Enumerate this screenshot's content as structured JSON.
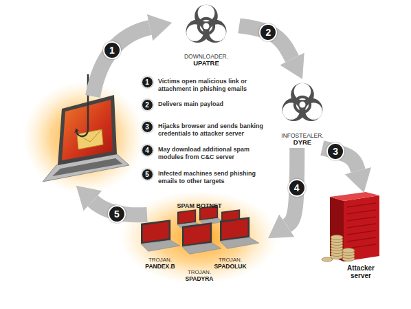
{
  "diagram": {
    "nodes": [
      {
        "text": [
          "DOWNLOADER.",
          "UPATRE"
        ]
      },
      {
        "text": [
          "INFOSTEALER.",
          "DYRE"
        ]
      },
      {
        "text": [
          "SPAM BOTNET"
        ]
      },
      {
        "text": [
          "TROJAN.",
          "PANDEX.B"
        ],
        "in": 2
      },
      {
        "text": [
          "TROJAN.",
          "SPADYRA"
        ],
        "in": 2
      },
      {
        "text": [
          "TROJAN.",
          "SPADOLUK"
        ],
        "in": 2
      },
      {
        "text": [
          "Attacker server"
        ]
      }
    ],
    "edges": [
      {
        "from": 0,
        "to": 1,
        "arrow": "to",
        "label": "2"
      },
      {
        "from": 1,
        "to": 6,
        "arrow": "to",
        "label": "3"
      },
      {
        "from": 1,
        "to": 2,
        "arrow": "to",
        "label": "4"
      }
    ],
    "labels": [
      "1",
      "5",
      "1",
      "Victims open malicious link or attachment in phishing emails",
      "2",
      "Delivers main payload",
      "3",
      "Hijacks browser and sends banking credentials to attacker server",
      "4",
      "May download additional spam modules from C&C server",
      "5",
      "Infected machines send phishing emails to other targets"
    ]
  }
}
